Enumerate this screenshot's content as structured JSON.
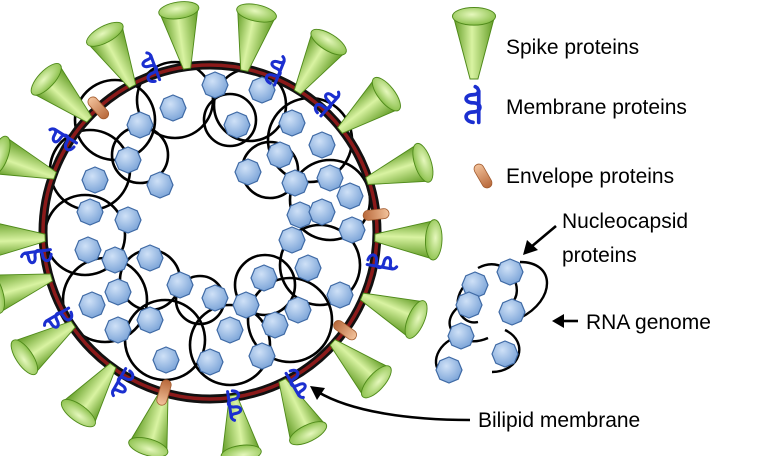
{
  "labels": {
    "spike": "Spike proteins",
    "membrane": "Membrane proteins",
    "envelope": "Envelope proteins",
    "nucleocapsid_line1": "Nucleocapsid",
    "nucleocapsid_line2": "proteins",
    "rna": "RNA genome",
    "bilipid": "Bilipid membrane"
  },
  "colors": {
    "spike_light": "#c8e88a",
    "spike_dark": "#5f9a22",
    "membrane_outer": "#111111",
    "membrane_inner": "#8b1a1a",
    "membrane_protein": "#1b2fd0",
    "envelope_protein": "#d9905e",
    "nucleocapsid_fill": "#86aee0",
    "nucleocapsid_stroke": "#3f6aa5",
    "rna": "#000000"
  },
  "icons": {
    "spike": "spike-protein-icon",
    "membrane": "membrane-protein-icon",
    "envelope": "envelope-protein-icon",
    "nucleocapsid": "nucleocapsid-icon"
  }
}
